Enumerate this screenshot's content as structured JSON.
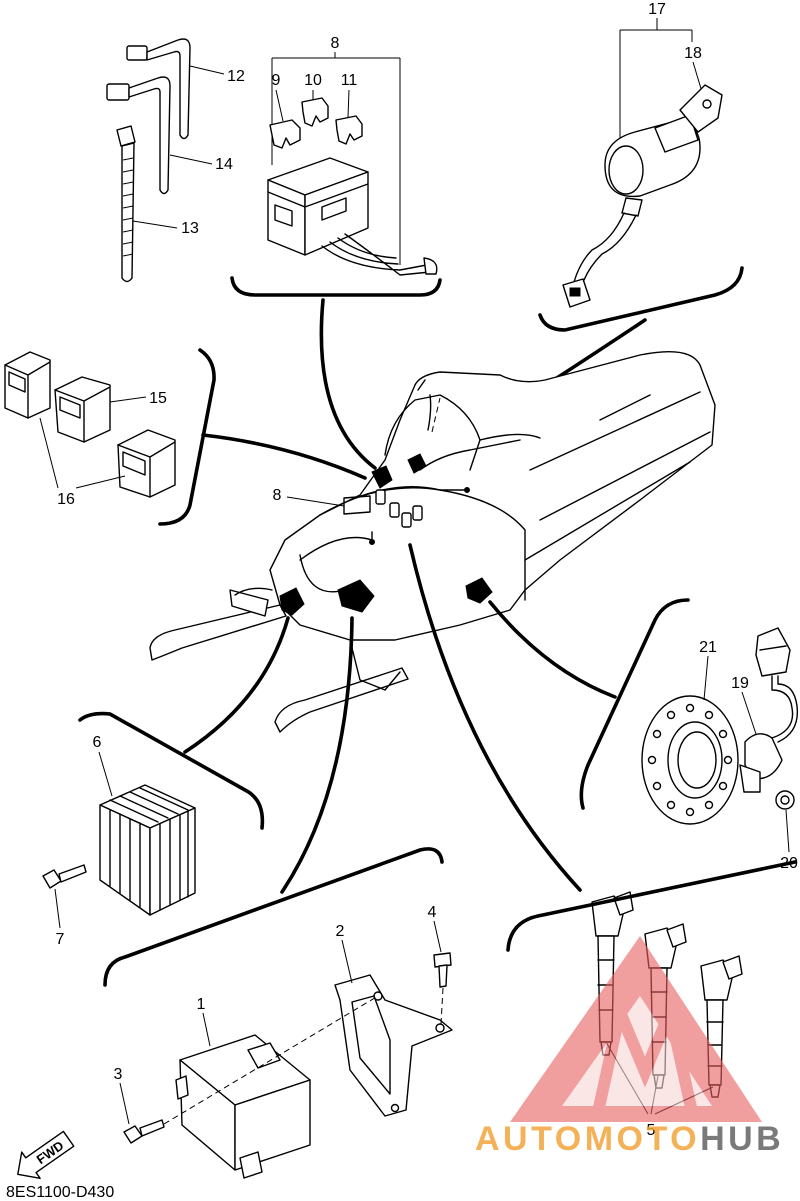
{
  "diagram": {
    "code": "8ES1100-D430",
    "fwd": "FWD"
  },
  "callouts": {
    "p1": "1",
    "p2": "2",
    "p3": "3",
    "p4": "4",
    "p5": "5",
    "p6": "6",
    "p7": "7",
    "p8_fusebox": "8",
    "p8_harness": "8",
    "p9": "9",
    "p10": "10",
    "p11": "11",
    "p12": "12",
    "p13": "13",
    "p14": "14",
    "p15": "15",
    "p16": "16",
    "p17": "17",
    "p18": "18",
    "p19": "19",
    "p20": "20",
    "p21": "21"
  },
  "watermark": {
    "brand_a": "AUTOMOTO",
    "brand_b": "HUB"
  },
  "colors": {
    "ink": "#000000",
    "paper": "#ffffff",
    "watermark_orange": "#f2a33a",
    "watermark_gray": "#7a7a7a",
    "watermark_red": "#e8605f"
  }
}
